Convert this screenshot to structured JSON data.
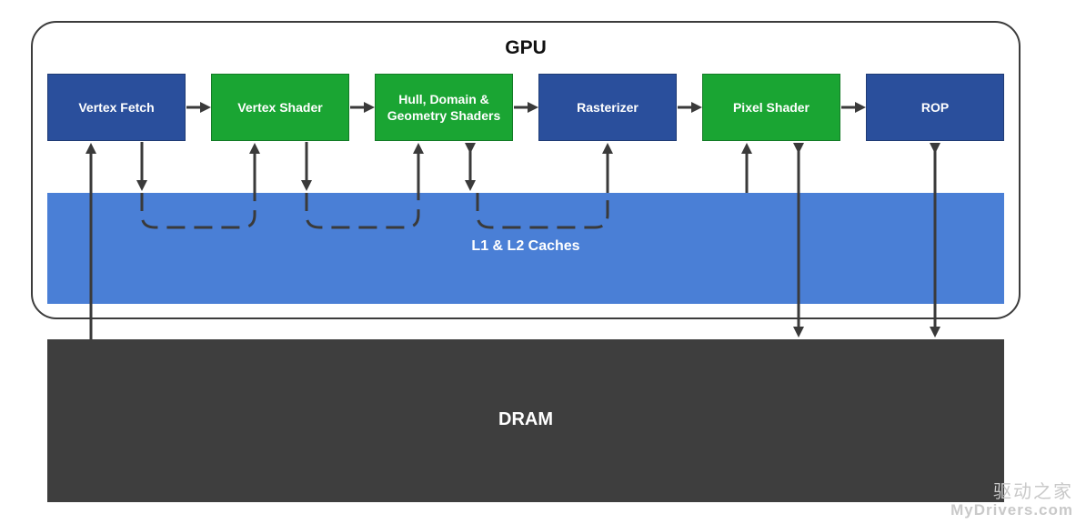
{
  "gpu": {
    "title": "GPU"
  },
  "stages": [
    {
      "label": "Vertex Fetch",
      "color": "#2a4f9c"
    },
    {
      "label": "Vertex Shader",
      "color": "#1aa533"
    },
    {
      "label": "Hull, Domain & Geometry Shaders",
      "color": "#1aa533"
    },
    {
      "label": "Rasterizer",
      "color": "#2a4f9c"
    },
    {
      "label": "Pixel Shader",
      "color": "#1aa533"
    },
    {
      "label": "ROP",
      "color": "#2a4f9c"
    }
  ],
  "cache": {
    "label": "L1 & L2 Caches",
    "color": "#4a7fd6"
  },
  "dram": {
    "label": "DRAM",
    "color": "#3e3e3e"
  },
  "watermark": {
    "logo_text": "驱动之家",
    "url": "MyDrivers.com"
  }
}
